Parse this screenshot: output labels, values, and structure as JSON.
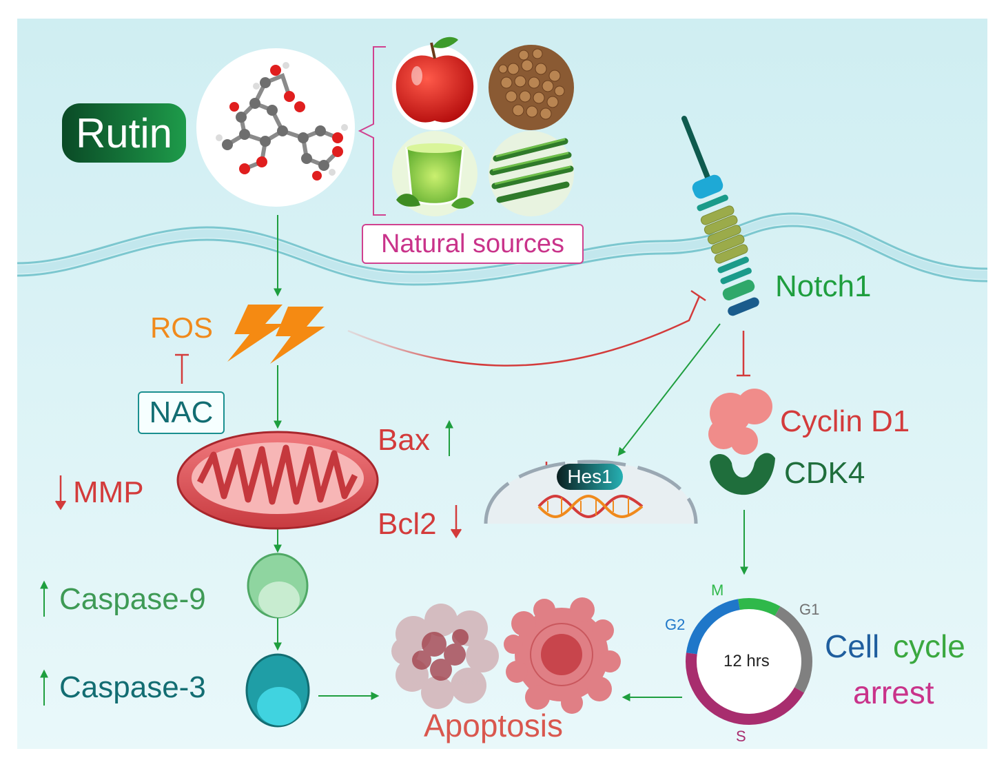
{
  "labels": {
    "rutin": "Rutin",
    "natural_sources": "Natural sources",
    "ros": "ROS",
    "nac": "NAC",
    "notch1": "Notch1",
    "bax": "Bax",
    "bcl2": "Bcl2",
    "mmp": "MMP",
    "hes1": "Hes1",
    "cyclin_d1": "Cyclin D1",
    "cdk4": "CDK4",
    "caspase9": "Caspase-9",
    "caspase3": "Caspase-3",
    "apoptosis": "Apoptosis",
    "cell_word": "Cell",
    "cycle_word": "cycle",
    "arrest_word": "arrest",
    "cycle_center": "12 hrs",
    "phase_m": "M",
    "phase_g1": "G1",
    "phase_g2": "G2",
    "phase_s": "S"
  },
  "colors": {
    "activation_arrow": "#1e9e3e",
    "inhibition": "#d33b3b",
    "background_top": "#cfeef2",
    "background_bottom": "#e6f6f8",
    "mitochondrion": "#e2555a",
    "magenta": "#c9338a",
    "orange": "#f08a1c"
  },
  "icons": {
    "molecule": "molecule-icon",
    "apple": "apple-icon",
    "buckwheat": "buckwheat-icon",
    "green_tea": "green-tea-icon",
    "asparagus": "asparagus-icon",
    "lightning": "lightning-icon",
    "receptor": "notch-receptor-icon",
    "mitochondrion": "mitochondrion-icon",
    "nucleus": "nucleus-icon",
    "dna": "dna-icon",
    "cyclin": "cyclin-protein-icon",
    "cdk": "cdk-protein-icon",
    "caspase": "caspase-icon",
    "apoptotic_cell": "apoptotic-cell-icon"
  },
  "cell_cycle": {
    "total_hours": 12,
    "phases": [
      {
        "name": "M",
        "share": 0.11,
        "color": "#2fb84a"
      },
      {
        "name": "G1",
        "share": 0.25,
        "color": "#808080"
      },
      {
        "name": "S",
        "share": 0.44,
        "color": "#a82d6e"
      },
      {
        "name": "G2",
        "share": 0.2,
        "color": "#1f77c9"
      }
    ]
  }
}
